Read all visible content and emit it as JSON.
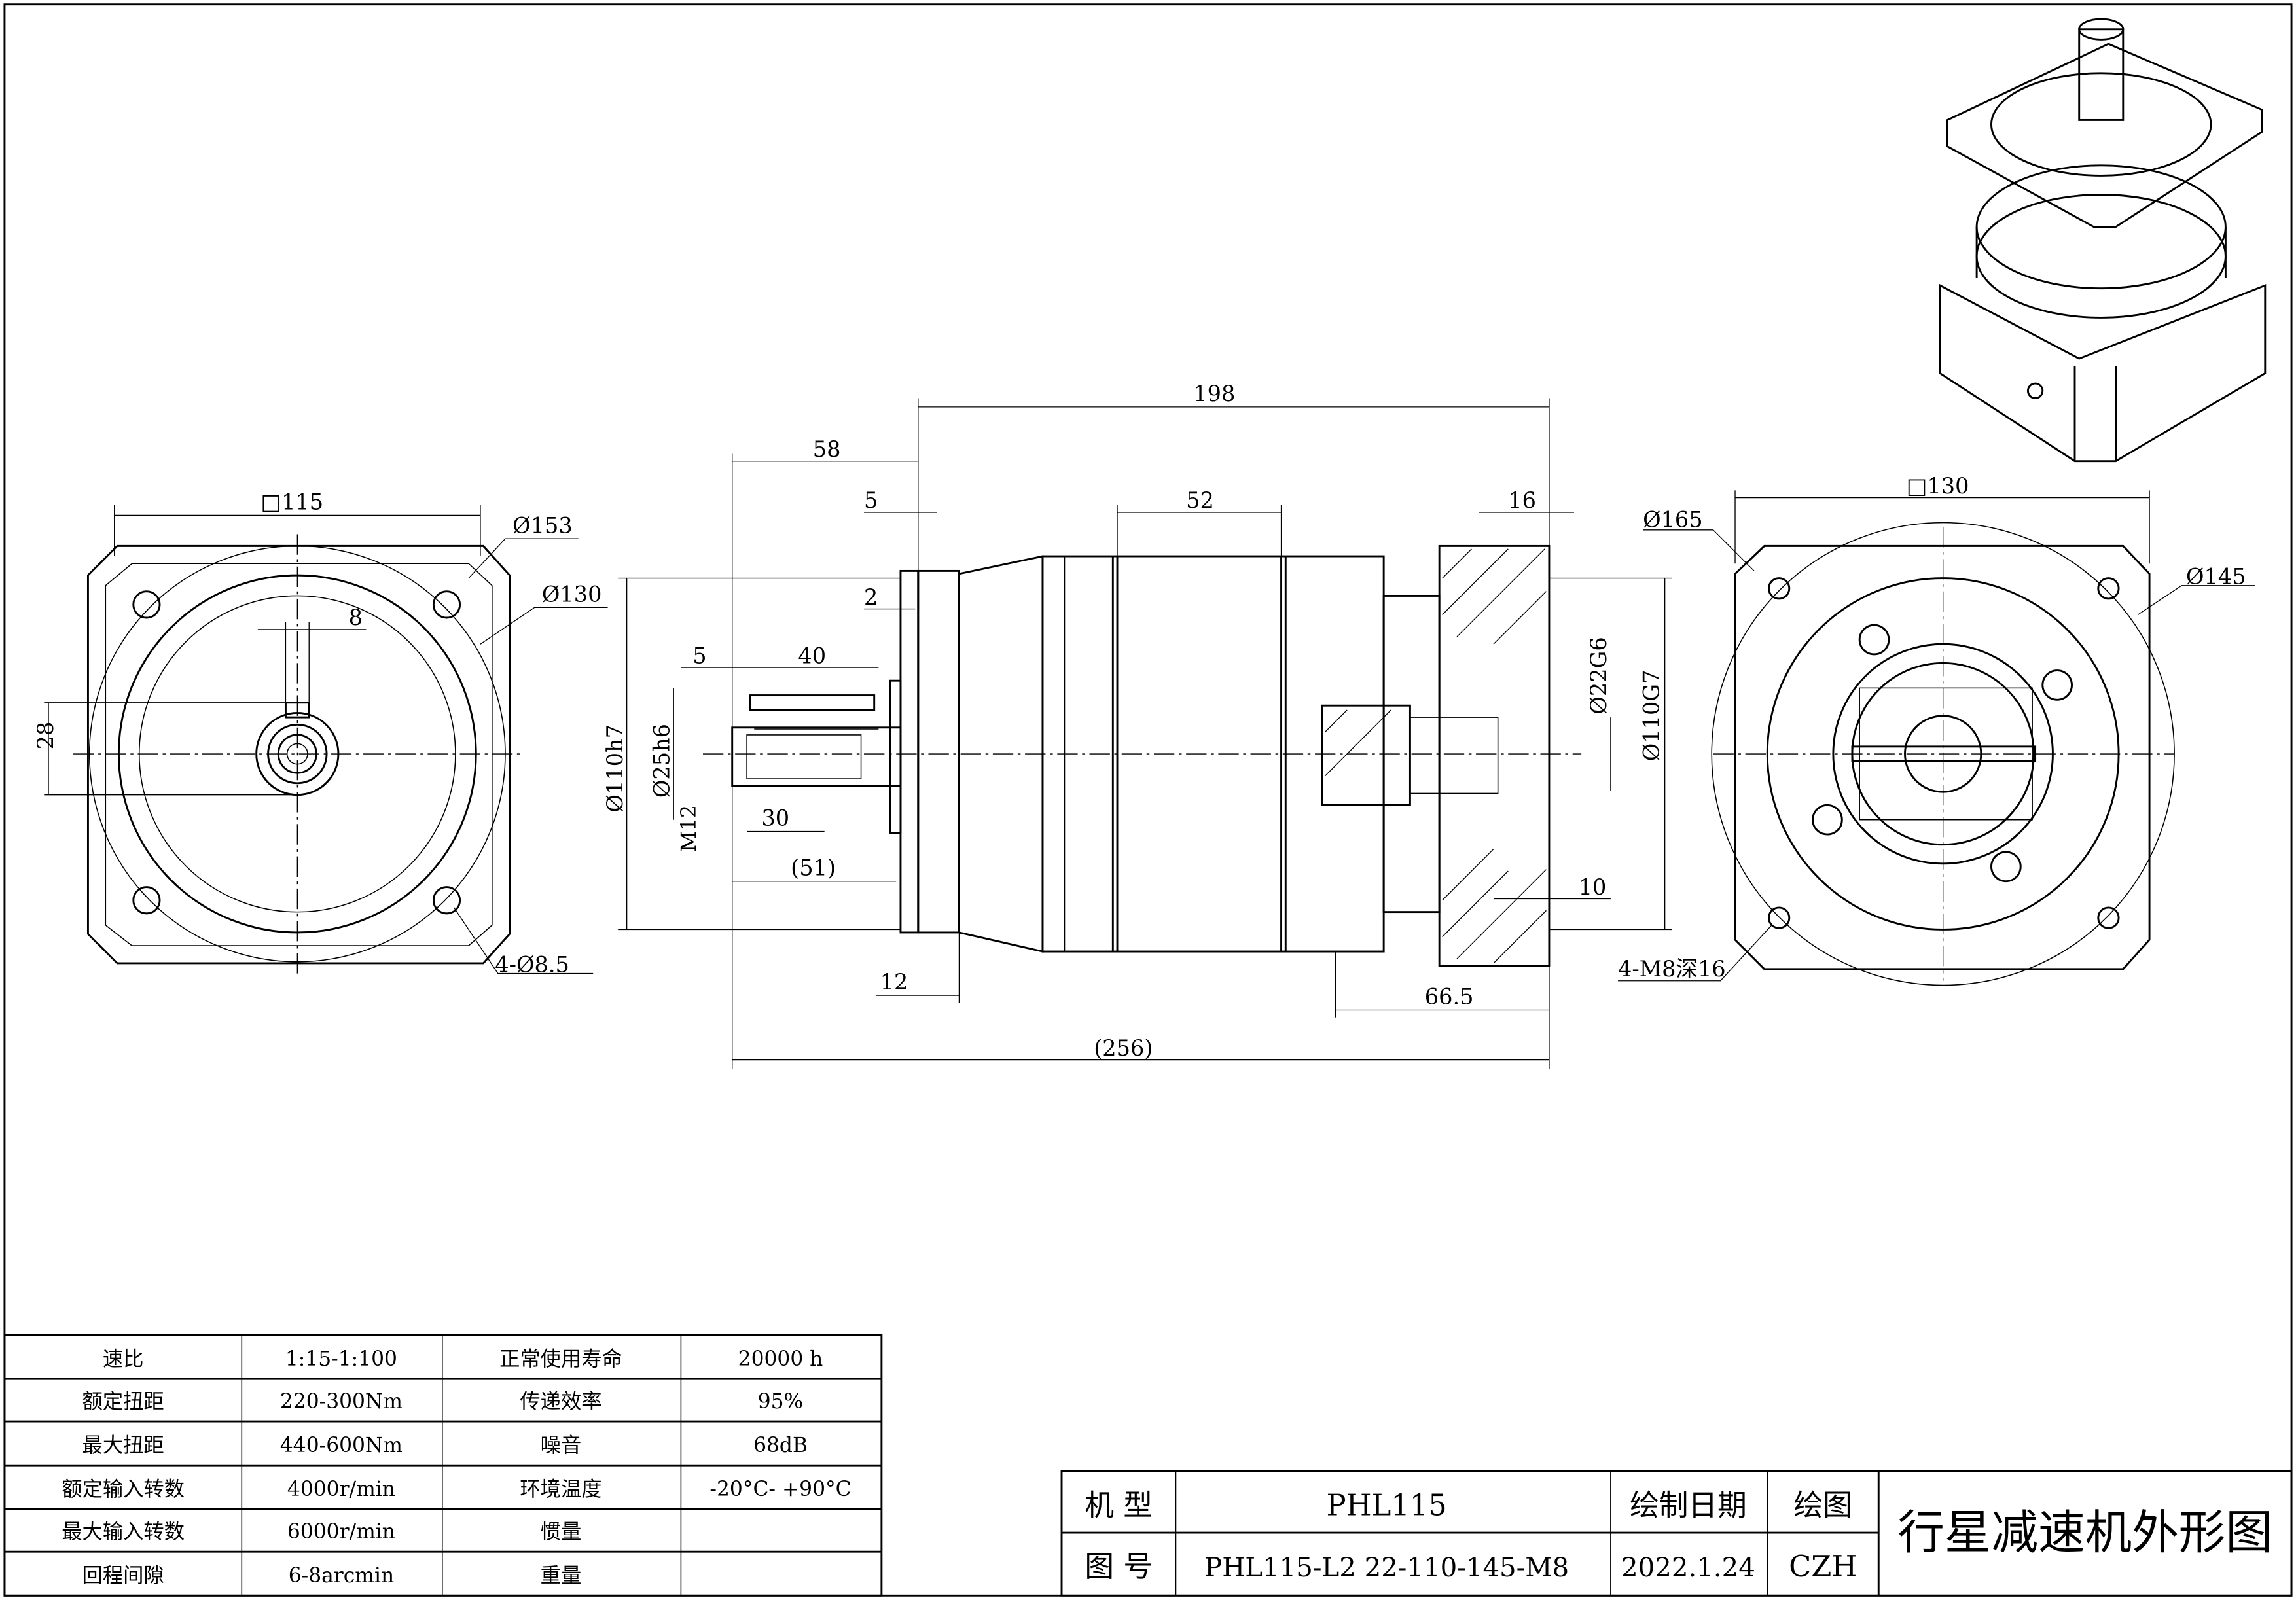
{
  "dimensions": {
    "overall_length_198": "198",
    "d58": "58",
    "d5_top": "5",
    "d52": "52",
    "d16": "16",
    "d2": "2",
    "d5_shaft": "5",
    "d40": "40",
    "pilot_dia": "Ø110h7",
    "shaft_dia": "Ø25h6",
    "thread": "M12",
    "d30": "30",
    "d51": "(51)",
    "d12": "12",
    "total_256": "(256)",
    "d66_5": "66.5",
    "d10": "10",
    "input_bore": "Ø22G6",
    "input_pilot": "Ø110G7",
    "left_square": "□115",
    "left_d153": "Ø153",
    "left_d130": "Ø130",
    "key_width": "8",
    "key_height": "28",
    "left_holes": "4-Ø8.5",
    "right_square": "□130",
    "right_d165": "Ø165",
    "right_d145": "Ø145",
    "right_holes": "4-M8深16"
  },
  "spec_table": {
    "rows": [
      [
        "速比",
        "1:15-1:100",
        "正常使用寿命",
        "20000 h"
      ],
      [
        "额定扭距",
        "220-300Nm",
        "传递效率",
        "95%"
      ],
      [
        "最大扭距",
        "440-600Nm",
        "噪音",
        "68dB"
      ],
      [
        "额定输入转数",
        "4000r/min",
        "环境温度",
        "-20°C- +90°C"
      ],
      [
        "最大输入转数",
        "6000r/min",
        "惯量",
        ""
      ],
      [
        "回程间隙",
        "6-8arcmin",
        "重量",
        ""
      ]
    ]
  },
  "title_block": {
    "model_label": "机 型",
    "model_value": "PHL115",
    "drawing_no_label": "图 号",
    "drawing_no_value": "PHL115-L2 22-110-145-M8",
    "date_label": "绘制日期",
    "date_value": "2022.1.24",
    "drawer_label": "绘图",
    "drawer_value": "CZH",
    "title": "行星减速机外形图"
  }
}
